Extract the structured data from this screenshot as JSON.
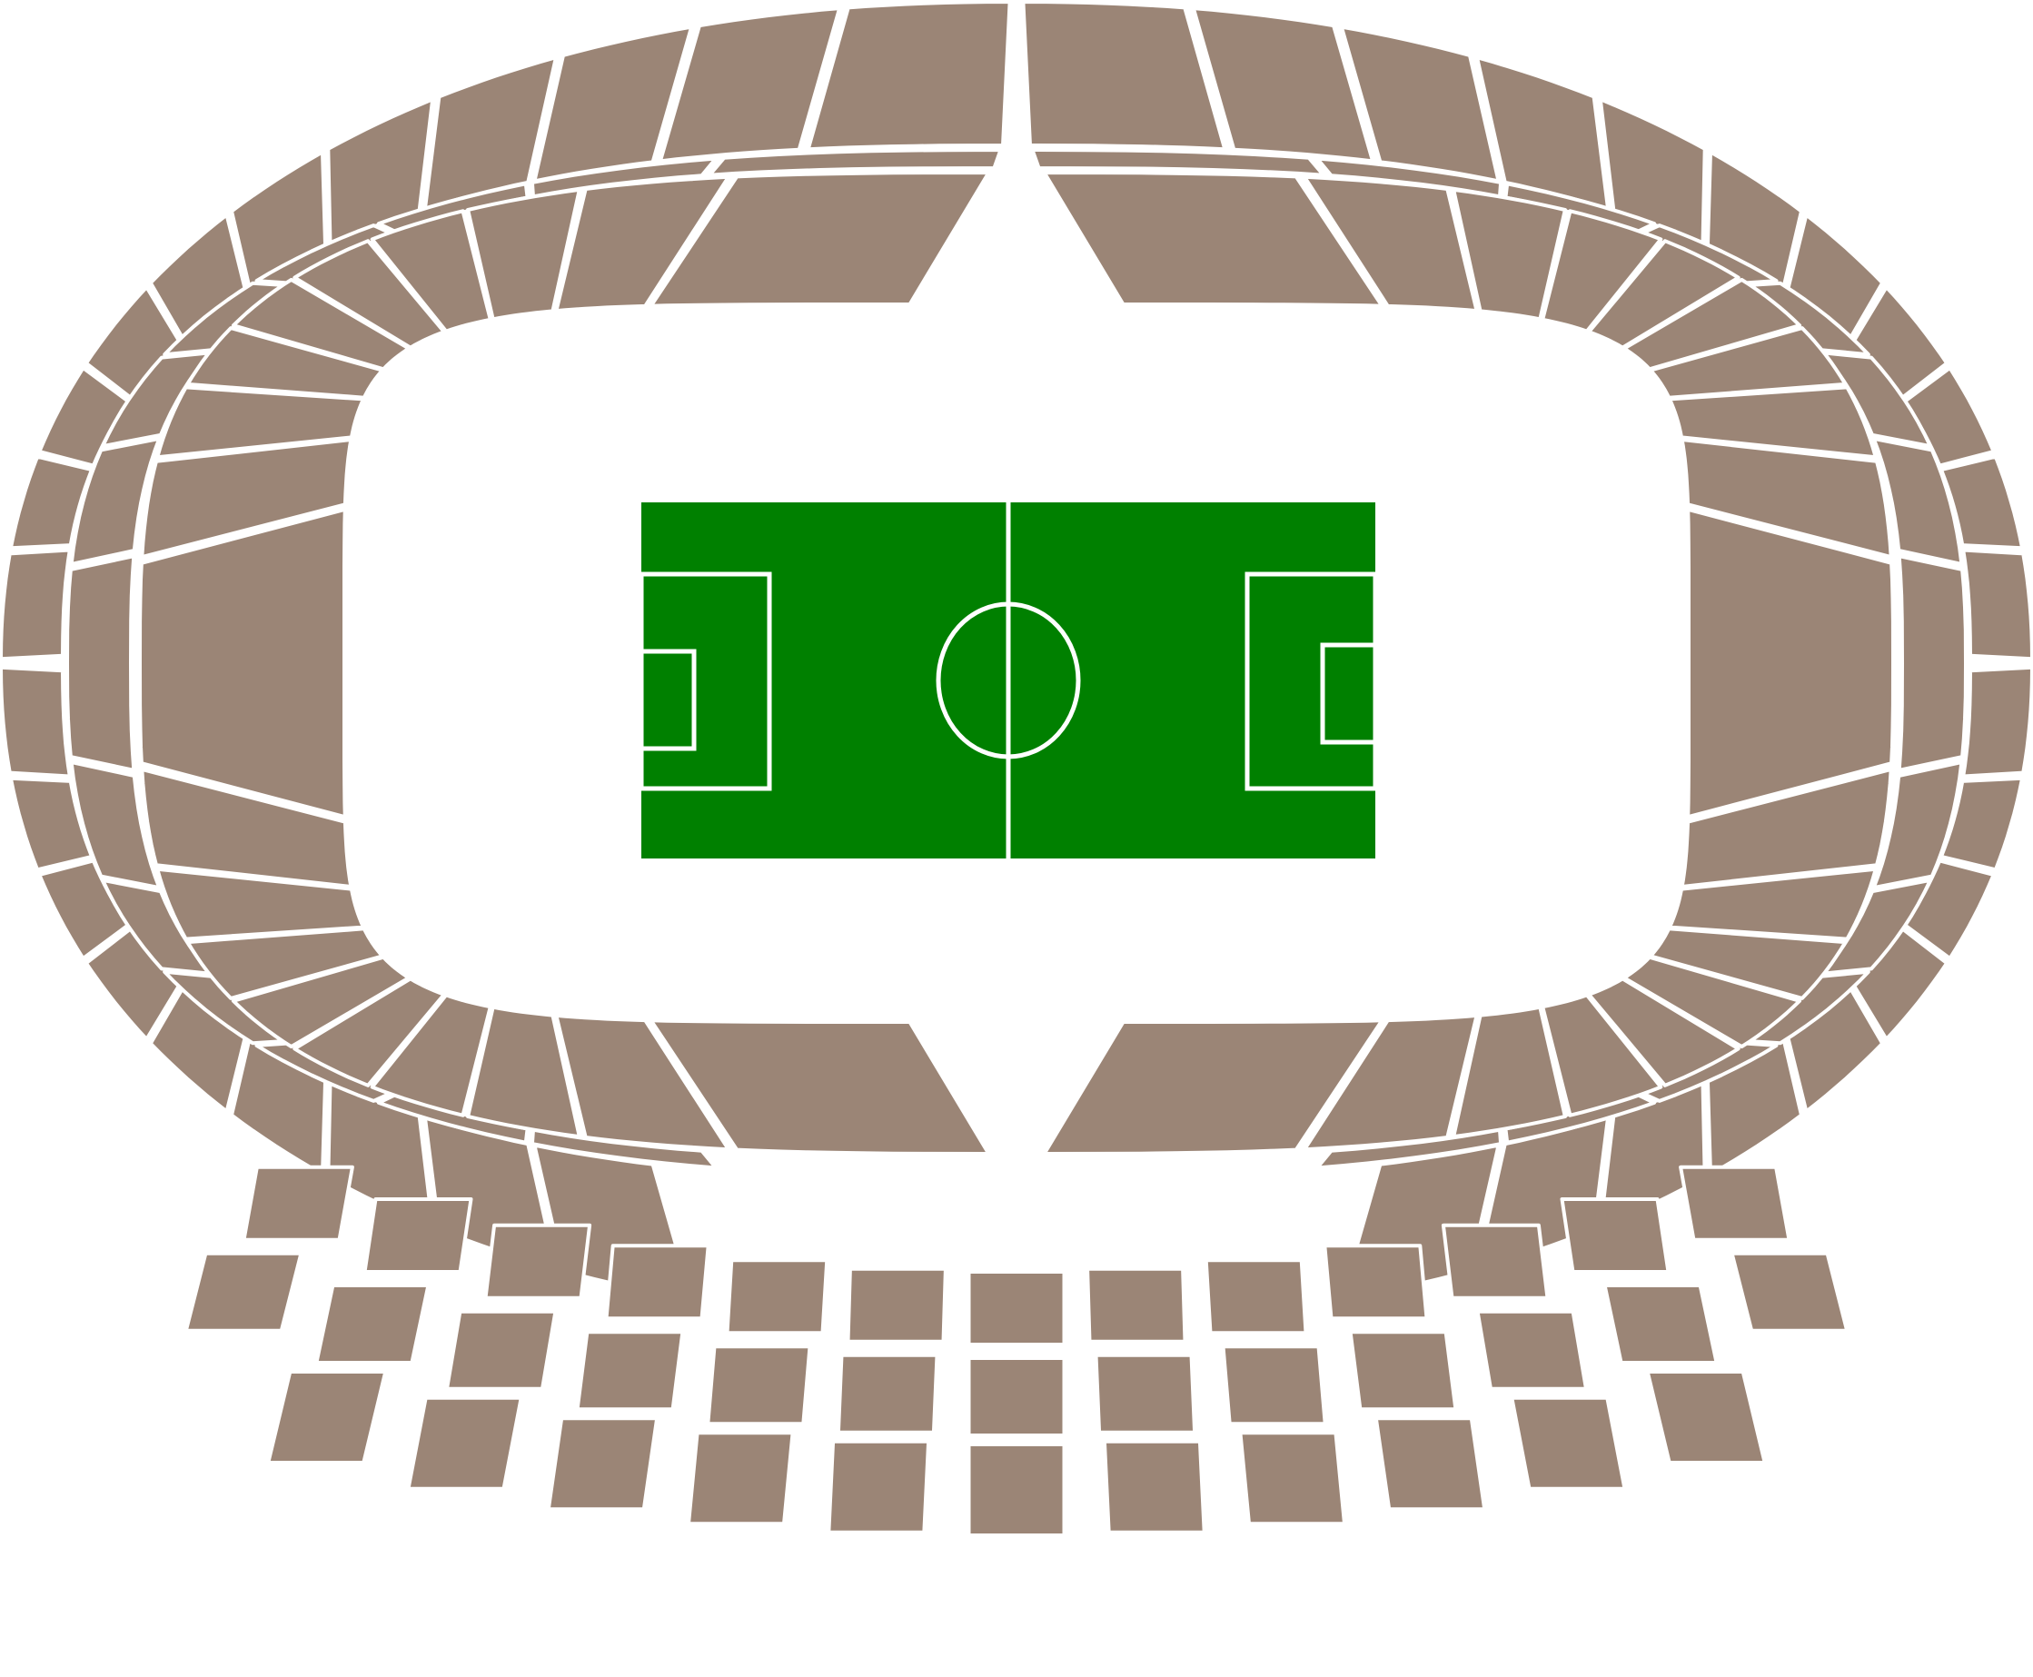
{
  "colors": {
    "section": "#9b8576",
    "pitch": "#008000",
    "lines": "#ffffff",
    "background": "#ffffff"
  },
  "tiers": {
    "outer_ring_sections": 44,
    "middle_ring_sections": 30,
    "lower_bowl_sections": 38,
    "south_stand_rows": 3,
    "south_stand_columns": 13
  },
  "pitch": {
    "markings": [
      "halfway-line",
      "center-circle",
      "penalty-area-left",
      "goal-area-left",
      "penalty-area-right",
      "goal-area-right"
    ]
  }
}
